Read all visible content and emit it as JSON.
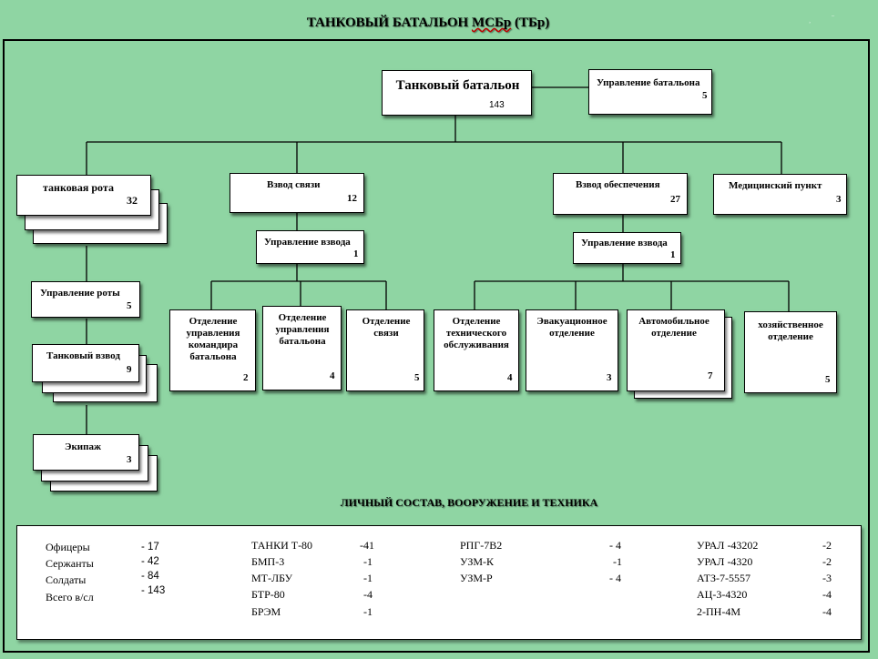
{
  "title": {
    "main": "ТАНКОВЫЙ БАТАЛЬОН ",
    "abbr": "МСБр",
    "tail": " (ТБр)"
  },
  "corner_marks": [
    "¸",
    "¯"
  ],
  "battalion": {
    "label": "Танковый батальон",
    "count": "143"
  },
  "battalion_hq": {
    "label": "Управление батальона",
    "count": "5"
  },
  "tank_company": {
    "label": "танковая рота",
    "count": "32"
  },
  "company_hq": {
    "label": "Управление роты",
    "count": "5"
  },
  "tank_platoon": {
    "label": "Танковый взвод",
    "count": "9"
  },
  "crew": {
    "label": "Экипаж",
    "count": "3"
  },
  "signal_platoon": {
    "label": "Взвод связи",
    "count": "12"
  },
  "signal_platoon_hq": {
    "label": "Управление взвода",
    "count": "1"
  },
  "signal_sections": [
    {
      "label": "Отделение управления командира батальона",
      "count": "2"
    },
    {
      "label": "Отделение управления батальона",
      "count": "4"
    },
    {
      "label": "Отделение связи",
      "count": "5"
    }
  ],
  "support_platoon": {
    "label": "Взвод обеспечения",
    "count": "27"
  },
  "support_platoon_hq": {
    "label": "Управление взвода",
    "count": "1"
  },
  "support_sections": [
    {
      "label": "Отделение технического обслуживания",
      "count": "4"
    },
    {
      "label": "Эвакуационное отделение",
      "count": "3"
    },
    {
      "label": "Автомобильное отделение",
      "count": "7"
    },
    {
      "label": "хозяйственное отделение",
      "count": "5"
    }
  ],
  "medical": {
    "label": "Медицинский  пункт",
    "count": "3"
  },
  "personnel_title": "ЛИЧНЫЙ СОСТАВ, ВООРУЖЕНИЕ И ТЕХНИКА",
  "personnel": [
    {
      "name": "Офицеры",
      "value": "- 17"
    },
    {
      "name": "Сержанты",
      "value": "- 42"
    },
    {
      "name": "Солдаты",
      "value": "- 84"
    },
    {
      "name": "Всего в/сл",
      "value": "- 143"
    }
  ],
  "equipment_col1": [
    {
      "name": "ТАНКИ  Т-80",
      "value": "-41"
    },
    {
      "name": "БМП-3",
      "value": "-1"
    },
    {
      "name": "МТ-ЛБУ",
      "value": "-1"
    },
    {
      "name": "БТР-80",
      "value": "-4"
    },
    {
      "name": "БРЭМ",
      "value": "-1"
    }
  ],
  "equipment_col2": [
    {
      "name": "РПГ-7В2",
      "value": "- 4"
    },
    {
      "name": "УЗМ-К",
      "value": "-1"
    },
    {
      "name": "УЗМ-Р",
      "value": "- 4"
    }
  ],
  "equipment_col3": [
    {
      "name": "УРАЛ -43202",
      "value": "-2"
    },
    {
      "name": "УРАЛ -4320",
      "value": "-2"
    },
    {
      "name": "АТЗ-7-5557",
      "value": "-3"
    },
    {
      "name": "АЦ-3-4320",
      "value": "-4"
    },
    {
      "name": "2-ПН-4М",
      "value": "-4"
    }
  ]
}
